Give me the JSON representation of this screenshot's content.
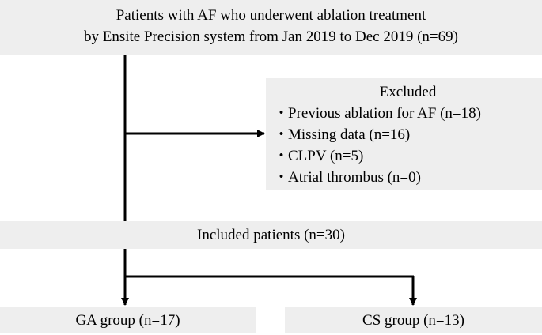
{
  "top_box": {
    "line1": "Patients with AF who underwent ablation treatment",
    "line2": "by Ensite Precision system from Jan 2019 to Dec 2019  (n=69)"
  },
  "excluded_box": {
    "title": "Excluded",
    "bullet": "・",
    "items": [
      "Previous ablation for AF (n=18)",
      "Missing data  (n=16)",
      "CLPV  (n=5)",
      "Atrial thrombus  (n=0)"
    ]
  },
  "included_box": {
    "label": "Included patients (n=30)"
  },
  "groups": {
    "ga": "GA group (n=17)",
    "cs": "CS group (n=13)"
  }
}
